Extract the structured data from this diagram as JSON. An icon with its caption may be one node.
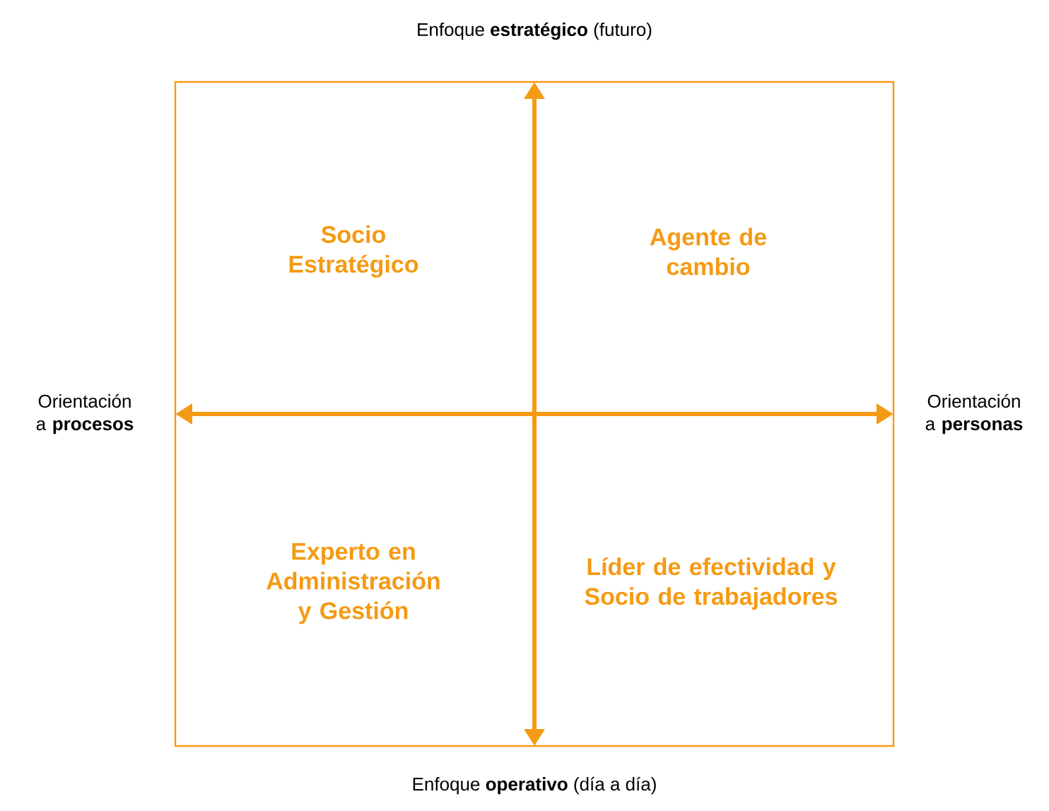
{
  "diagram": {
    "labels": [
      "Enfoque **estratégico** (futuro)",
      "Socio Estratégico",
      "Agente de cambio",
      "Orientación a **procesos**",
      "Orientación a **personas**",
      "Experto en Administración y Gestión",
      "Líder de efectividad y Socio de trabajadores",
      "Enfoque **operativo** (día a día)"
    ]
  }
}
